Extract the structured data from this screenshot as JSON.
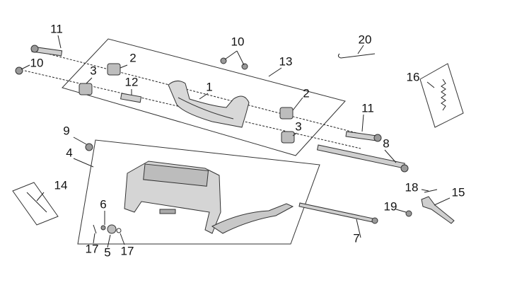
{
  "callouts": [
    "1",
    "2",
    "2",
    "3",
    "3",
    "4",
    "5",
    "6",
    "7",
    "8",
    "9",
    "10",
    "10",
    "11",
    "11",
    "12",
    "13",
    "14",
    "15",
    "16",
    "17",
    "17",
    "18",
    "19",
    "20"
  ],
  "colors": {
    "part_fill": "#cfcfcf",
    "part_dark": "#9a9a9a",
    "line": "#222222"
  }
}
